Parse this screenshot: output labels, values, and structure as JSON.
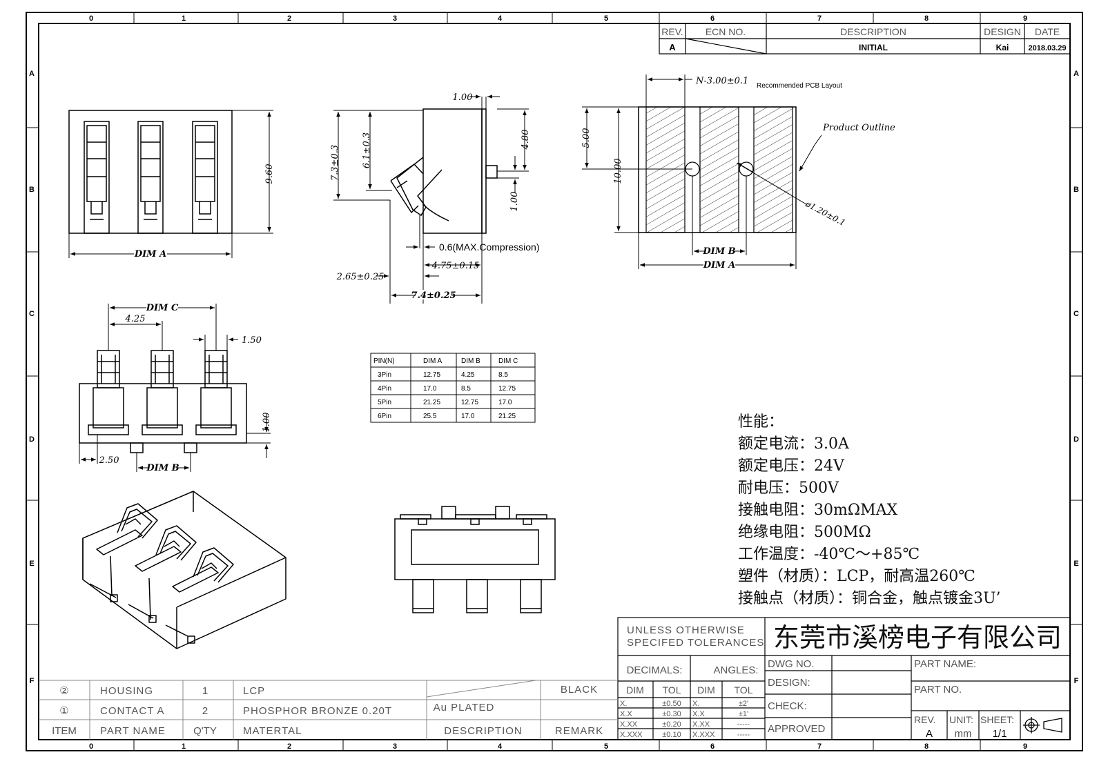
{
  "grid": {
    "cols": [
      "0",
      "1",
      "2",
      "3",
      "4",
      "5",
      "6",
      "7",
      "8",
      "9"
    ],
    "rows": [
      "A",
      "B",
      "C",
      "D",
      "E",
      "F"
    ]
  },
  "revision": {
    "headers": {
      "rev": "REV.",
      "ecn": "ECN NO.",
      "description": "DESCRIPTION",
      "design": "DESIGN",
      "date": "DATE"
    },
    "row": {
      "rev": "A",
      "description": "INITIAL",
      "design": "Kai",
      "date": "2018.03.29"
    }
  },
  "dims": {
    "top_height": "9.60",
    "dim_a": "DIM A",
    "side_1_00_top": "1.00",
    "side_7_3": "7.3±0.3",
    "side_6_1": "6.1±0.3",
    "side_4_80": "4.80",
    "side_1_00_mid": "1.00",
    "compression": "0.6(MAX.Compression)",
    "side_4_75": "4.75±0.15",
    "side_2_65": "2.65±0.25",
    "side_7_4": "7.4±0.25",
    "pcb_n": "N-3.00±0.1",
    "pcb_title": "Recommended PCB Layout",
    "pcb_outline": "Product Outline",
    "pcb_5_00": "5.00",
    "pcb_10_00": "10.00",
    "pcb_hole": "ø1.20±0.1",
    "pcb_dim_b": "DIM B",
    "pcb_dim_a": "DIM A",
    "front_dim_c": "DIM C",
    "front_4_25": "4.25",
    "front_1_50": "1.50",
    "front_1_00": "1.00",
    "front_2_50": "2.50",
    "front_dim_b": "DIM B"
  },
  "pin_table": {
    "headers": [
      "PIN(N)",
      "DIM A",
      "DIM B",
      "DIM C"
    ],
    "rows": [
      [
        "3Pin",
        "12.75",
        "4.25",
        "8.5"
      ],
      [
        "4Pin",
        "17.0",
        "8.5",
        "12.75"
      ],
      [
        "5Pin",
        "21.25",
        "12.75",
        "17.0"
      ],
      [
        "6Pin",
        "25.5",
        "17.0",
        "21.25"
      ]
    ]
  },
  "specs": [
    "性能：",
    "额定电流：3.0A",
    "额定电压：24V",
    "耐电压：500V",
    "接触电阻：30mΩMAX",
    "绝缘电阻：500MΩ",
    "工作温度：-40℃～+85℃",
    "塑件（材质）：LCP，耐高温260℃",
    "接触点（材质）：铜合金，触点镀金3U’"
  ],
  "title_block": {
    "tol_line1": "UNLESS OTHERWISE",
    "tol_line2": "SPECIFED TOLERANCES",
    "company": "东莞市溪榜电子有限公司",
    "decimals": "DECIMALS:",
    "angles": "ANGLES:",
    "dim": "DIM",
    "tol": "TOL",
    "dec_rows": [
      [
        "X.",
        "±0.50"
      ],
      [
        "X.X",
        "±0.30"
      ],
      [
        "X.XX",
        "±0.20"
      ],
      [
        "X.XXX",
        "±0.10"
      ]
    ],
    "ang_rows": [
      [
        "X.",
        "±2'"
      ],
      [
        "X.X",
        "±1'"
      ],
      [
        "X.XX",
        "-----"
      ],
      [
        "X.XXX",
        "-----"
      ]
    ],
    "dwg_no": "DWG NO.",
    "design": "DESIGN:",
    "check": "CHECK:",
    "approved": "APPROVED",
    "part_name": "PART NAME:",
    "part_no": "PART NO.",
    "rev_label": "REV.",
    "rev_value": "A",
    "unit_label": "UNIT:",
    "unit_value": "mm",
    "sheet_label": "SHEET:",
    "sheet_value": "1/1"
  },
  "bom": {
    "headers": {
      "item": "ITEM",
      "part": "PART NAME",
      "qty": "Q'TY",
      "material": "MATERTAL",
      "description": "DESCRIPTION",
      "remark": "REMARK"
    },
    "rows": [
      {
        "item": "②",
        "part": "HOUSING",
        "qty": "1",
        "material": "LCP",
        "description": "",
        "remark": "BLACK"
      },
      {
        "item": "①",
        "part": "CONTACT A",
        "qty": "2",
        "material": "PHOSPHOR BRONZE 0.20T",
        "description": "Au PLATED",
        "remark": ""
      }
    ]
  }
}
